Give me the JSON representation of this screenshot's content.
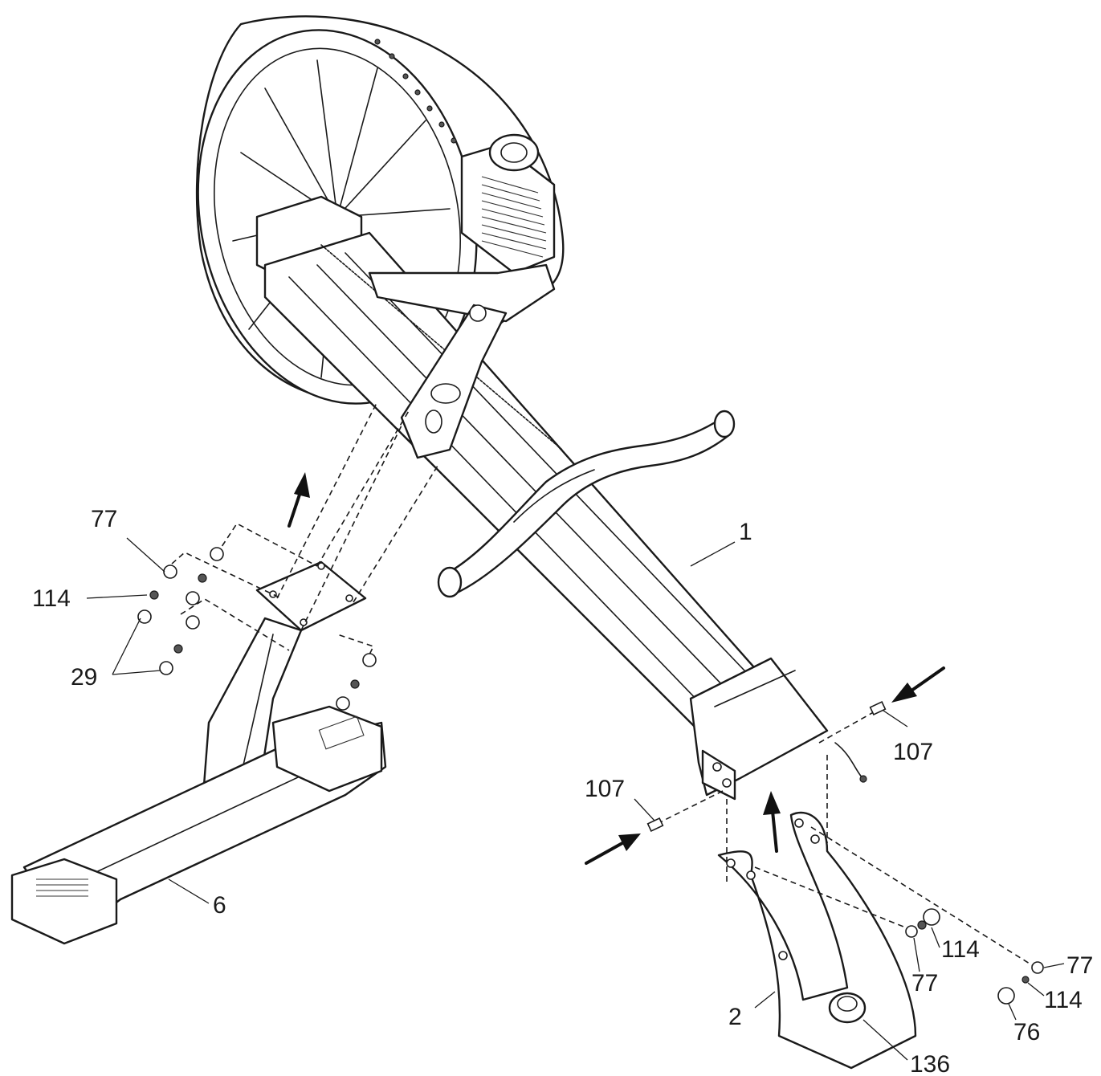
{
  "callouts": {
    "c1": "1",
    "c2": "2",
    "c6": "6",
    "c29": "29",
    "c76": "76",
    "c77_left": "77",
    "c77_mid": "77",
    "c77_right": "77",
    "c107_right": "107",
    "c107_left": "107",
    "c114_left": "114",
    "c114_mid": "114",
    "c114_right": "114",
    "c136": "136"
  },
  "colors": {
    "line": "#1a1a1a",
    "background": "#ffffff"
  }
}
